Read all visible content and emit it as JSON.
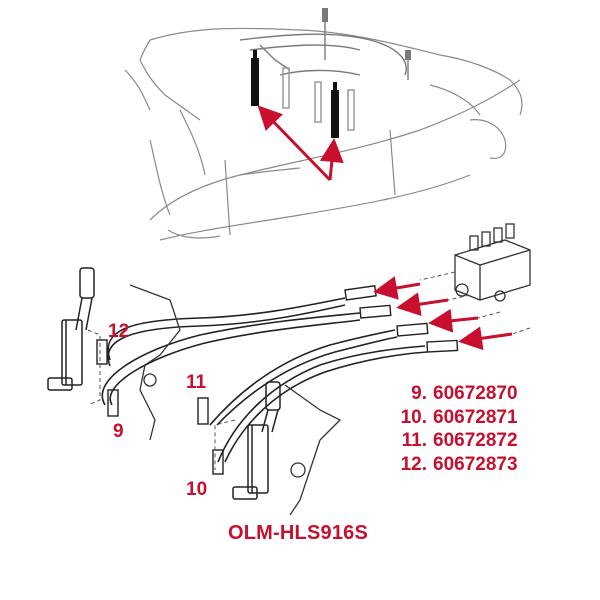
{
  "callouts": {
    "c12": "12",
    "c9": "9",
    "c11": "11",
    "c10": "10"
  },
  "parts": [
    {
      "num": "9.",
      "code": "60672870"
    },
    {
      "num": "10.",
      "code": "60672871"
    },
    {
      "num": "11.",
      "code": "60672872"
    },
    {
      "num": "12.",
      "code": "60672873"
    }
  ],
  "kit_code": "OLM-HLS916S",
  "colors": {
    "accent": "#c8102e",
    "line": "#1a1a1a",
    "faint": "#9a9a9a"
  }
}
